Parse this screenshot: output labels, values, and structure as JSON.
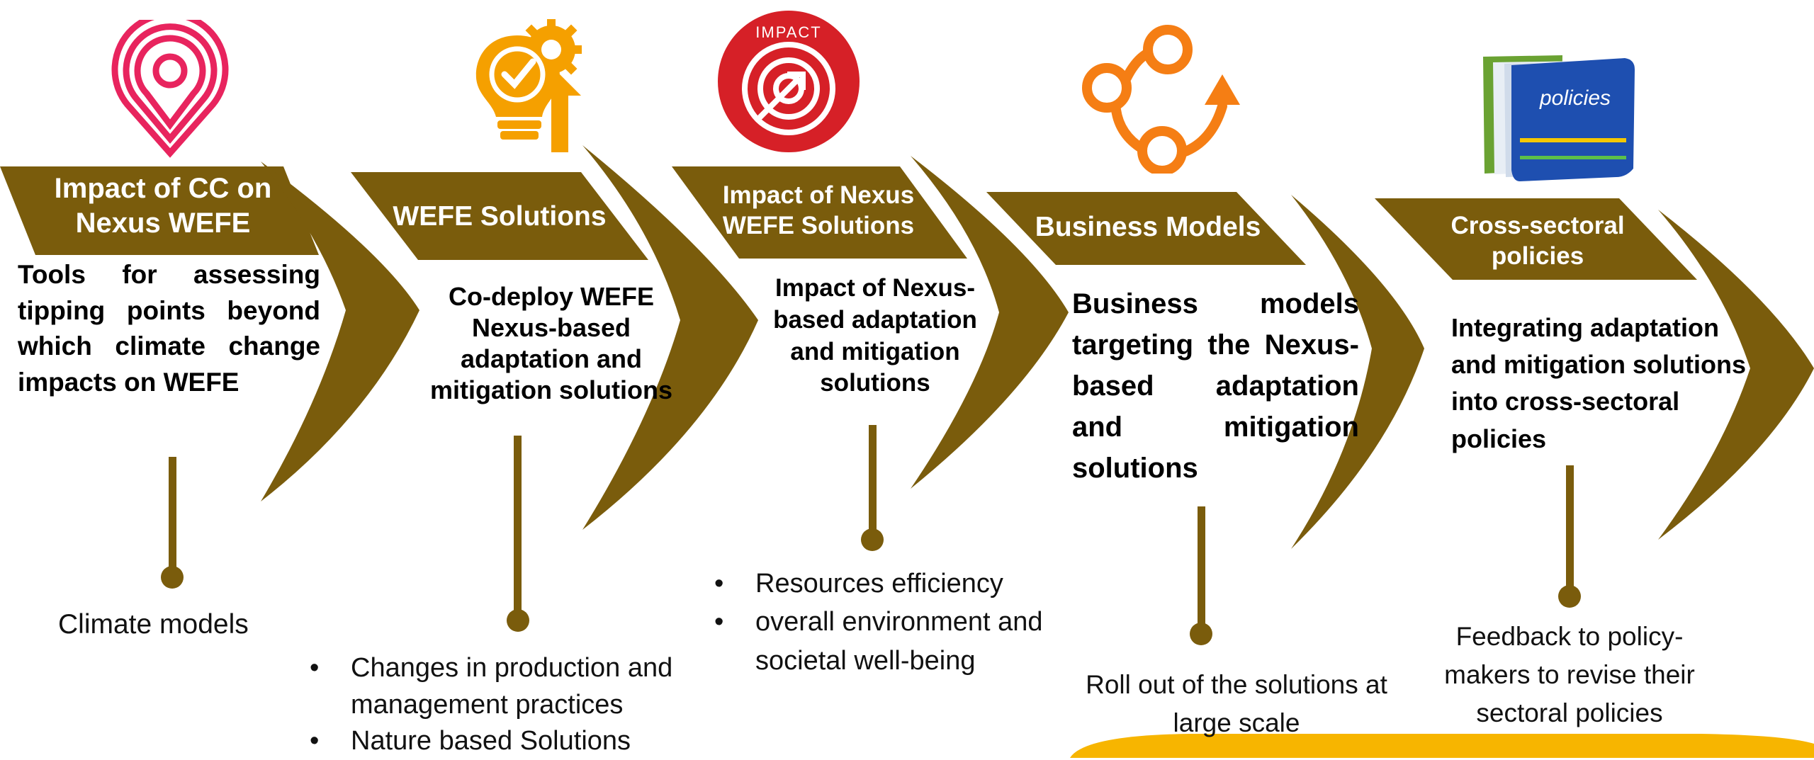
{
  "colors": {
    "stage_fill": "#7a5c0c",
    "icon_pink": "#e8245e",
    "icon_orange": "#f5a000",
    "icon_red": "#d62027",
    "icon_orange2": "#f57e14",
    "sun_yellow": "#f7b500",
    "folder_blue": "#1e4fb0",
    "folder_green": "#6aa232"
  },
  "stages": [
    {
      "title": "Impact of CC on Nexus WEFE",
      "description": "Tools for assessing tipping points beyond which climate change impacts on WEFE",
      "outcome": "Climate models",
      "icon": "pink-pin-icon"
    },
    {
      "title": "WEFE Solutions",
      "description": "Co-deploy WEFE Nexus-based adaptation and mitigation solutions",
      "outcomes": [
        "Changes in production and management practices",
        "Nature based Solutions"
      ],
      "icon": "lightbulb-gear-icon"
    },
    {
      "title": "Impact of Nexus WEFE Solutions",
      "description": "Impact of Nexus-based adaptation and mitigation solutions",
      "outcomes": [
        "Resources efficiency",
        "overall environment and societal well-being"
      ],
      "icon": "impact-target-icon",
      "icon_text": "IMPACT"
    },
    {
      "title": "Business Models",
      "description": "Business models targeting the Nexus-based adaptation and mitigation solutions",
      "outcome": "Roll out of the solutions at large scale",
      "icon": "cycle-arrow-icon"
    },
    {
      "title": "Cross-sectoral policies",
      "description": "Integrating adaptation and mitigation solutions into cross-sectoral policies",
      "outcome": "Feedback to policy-makers to revise their sectoral policies",
      "icon": "policies-folder-icon",
      "icon_text": "policies"
    }
  ]
}
